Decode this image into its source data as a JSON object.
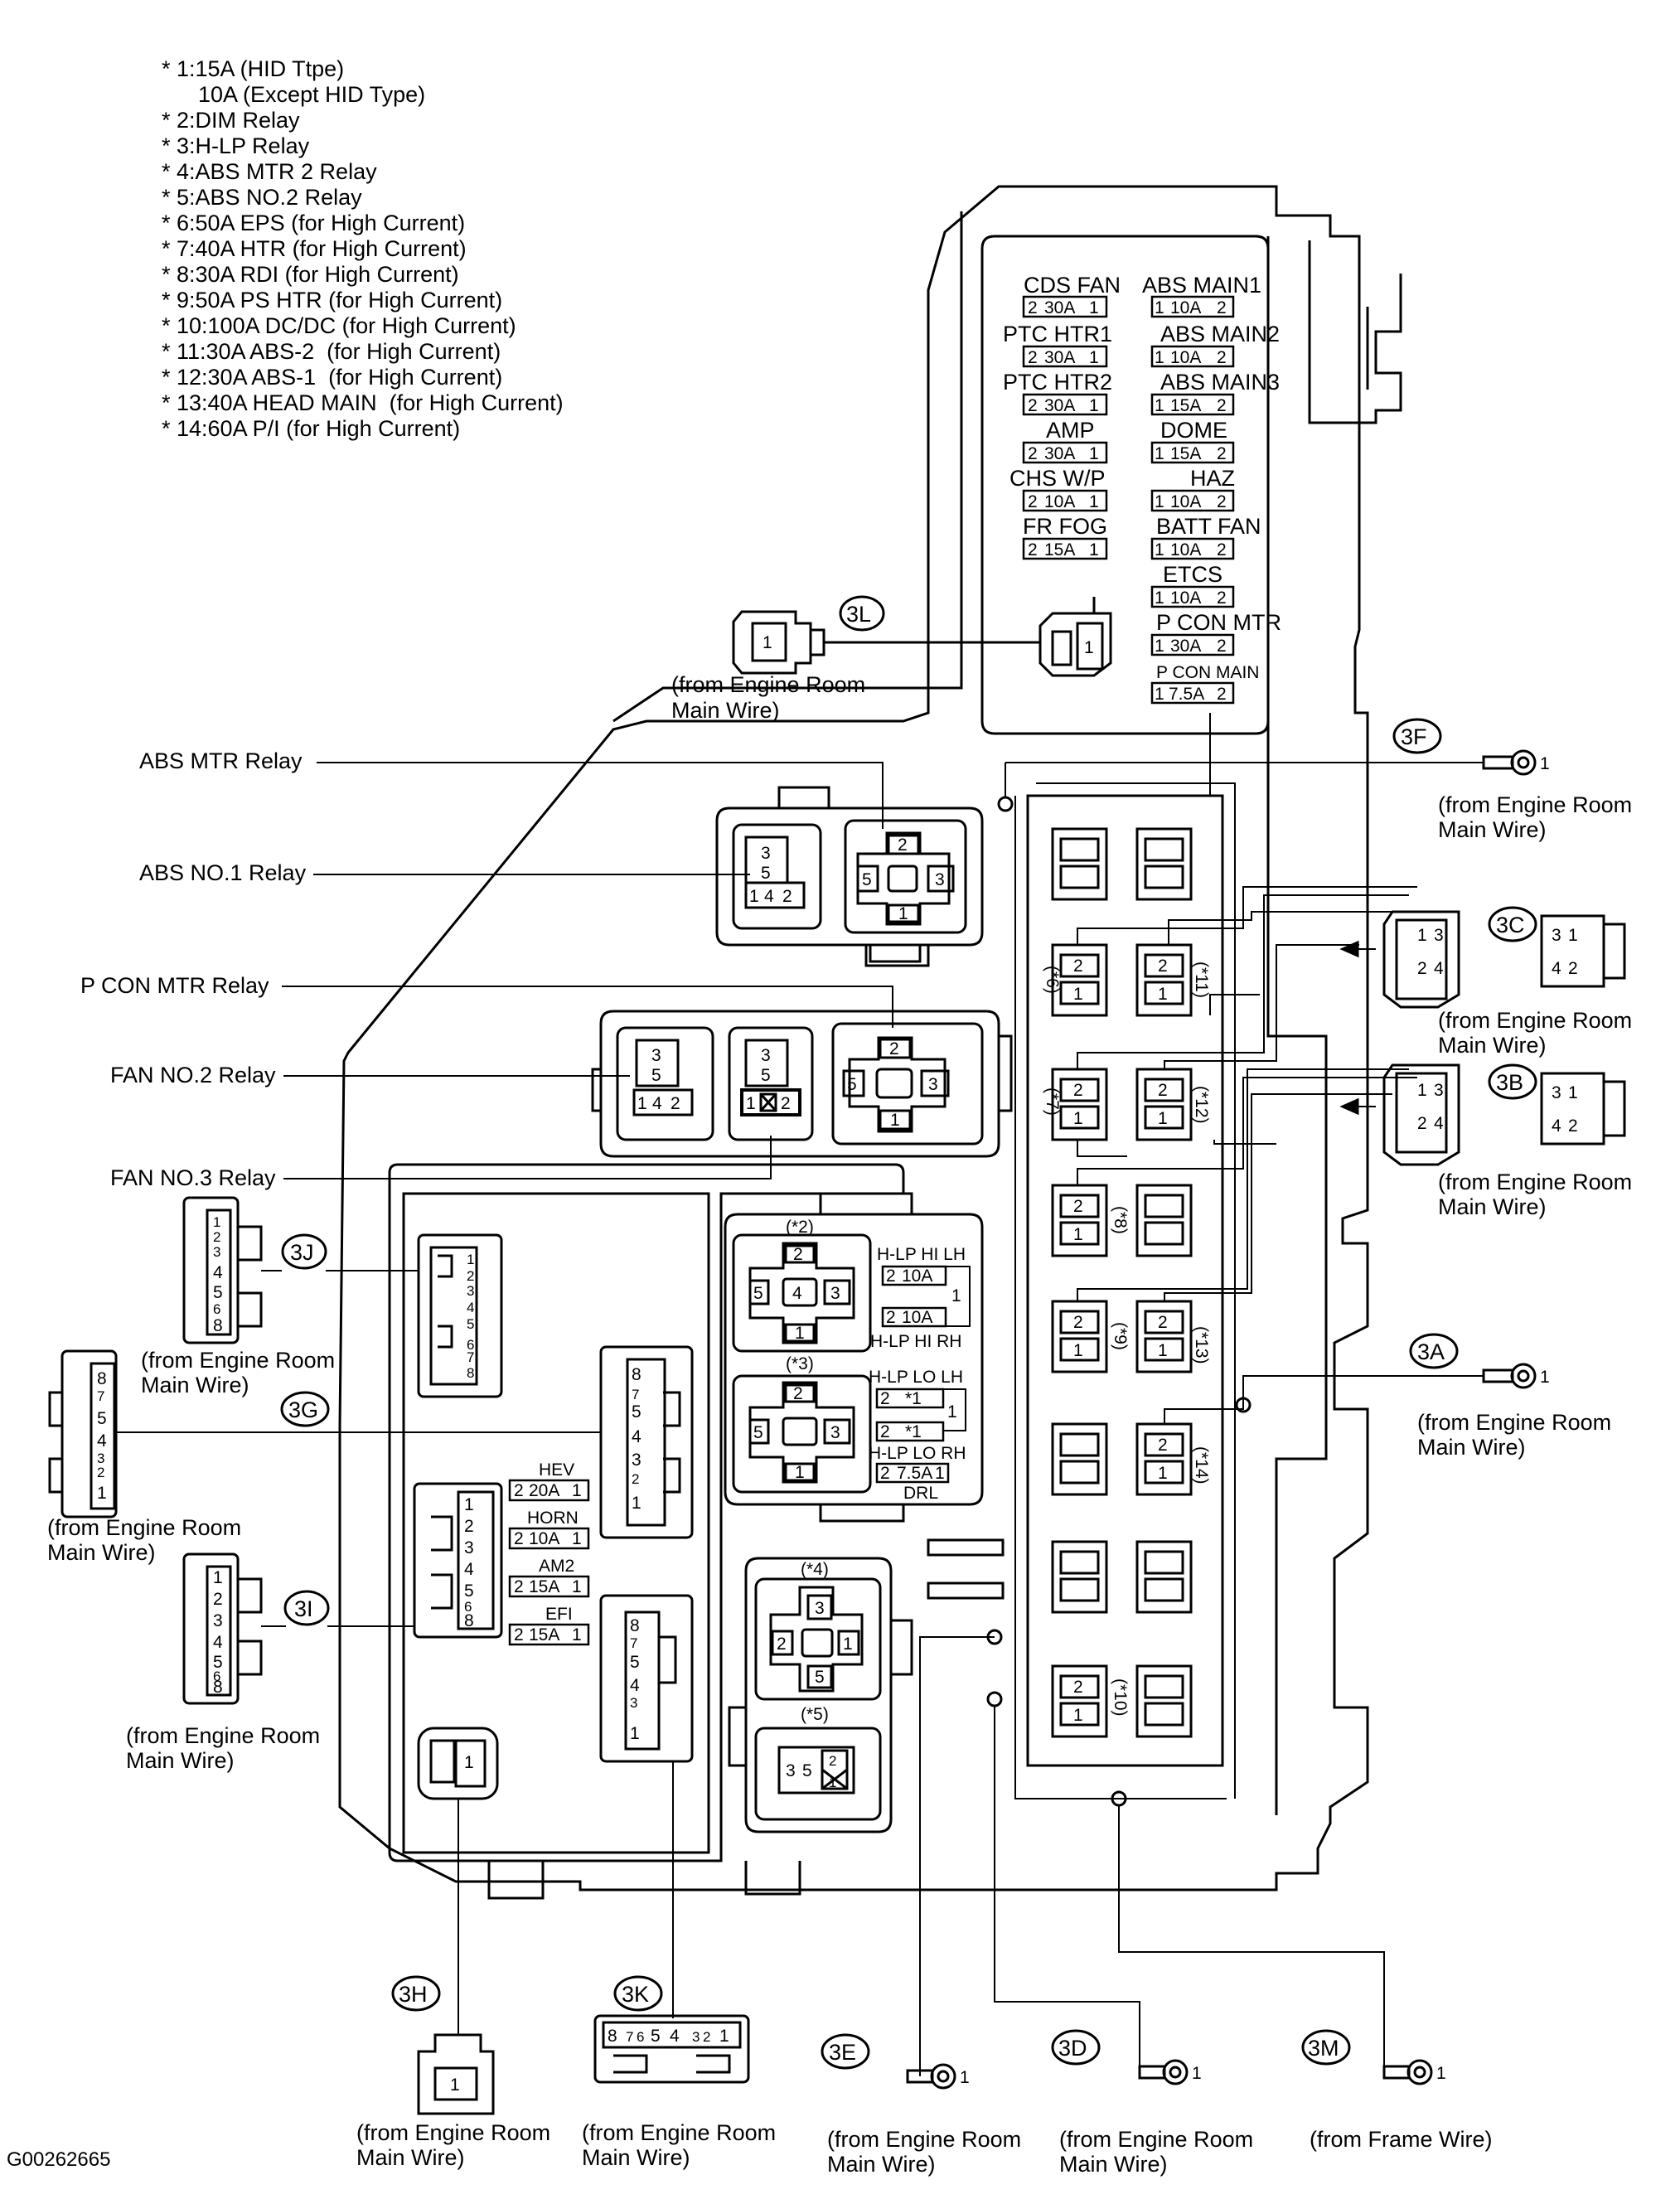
{
  "notes": [
    "* 1:15A (HID Ttpe)",
    "10A (Except HID Type)",
    "* 2:DIM Relay",
    "* 3:H-LP Relay",
    "* 4:ABS MTR 2 Relay",
    "* 5:ABS NO.2 Relay",
    "* 6:50A EPS (for High Current)",
    "* 7:40A HTR (for High Current)",
    "* 8:30A RDI (for High Current)",
    "* 9:50A PS HTR (for High Current)",
    "* 10:100A DC/DC (for High Current)",
    "* 11:30A ABS-2  (for High Current)",
    "* 12:30A ABS-1  (for High Current)",
    "* 13:40A HEAD MAIN  (for High Current)",
    "* 14:60A P/I (for High Current)"
  ],
  "relay_labels": {
    "abs_mtr": "ABS MTR Relay",
    "abs_no1": "ABS NO.1 Relay",
    "p_con_mtr": "P CON MTR Relay",
    "fan_no2": "FAN NO.2 Relay",
    "fan_no3": "FAN NO.3 Relay"
  },
  "fuses_left": [
    {
      "name": "CDS FAN",
      "rating": "30A"
    },
    {
      "name": "PTC HTR1",
      "rating": "30A"
    },
    {
      "name": "PTC HTR2",
      "rating": "30A"
    },
    {
      "name": "AMP",
      "rating": "30A"
    },
    {
      "name": "CHS W/P",
      "rating": "10A"
    },
    {
      "name": "FR FOG",
      "rating": "15A"
    }
  ],
  "fuses_right": [
    {
      "name": "ABS MAIN1",
      "rating": "10A"
    },
    {
      "name": "ABS MAIN2",
      "rating": "10A"
    },
    {
      "name": "ABS MAIN3",
      "rating": "15A"
    },
    {
      "name": "DOME",
      "rating": "15A"
    },
    {
      "name": "HAZ",
      "rating": "10A"
    },
    {
      "name": "BATT FAN",
      "rating": "10A"
    },
    {
      "name": "ETCS",
      "rating": "10A"
    },
    {
      "name": "P CON MTR",
      "rating": "30A"
    },
    {
      "name": "P CON MAIN",
      "rating": "7.5A"
    }
  ],
  "fuses_mid": [
    {
      "name": "HEV",
      "rating": "20A"
    },
    {
      "name": "HORN",
      "rating": "10A"
    },
    {
      "name": "AM2",
      "rating": "15A"
    },
    {
      "name": "EFI",
      "rating": "15A"
    }
  ],
  "hlp": {
    "hi_lh": "H-LP HI LH",
    "hi_rh": "H-LP HI RH",
    "lo_lh": "H-LP LO LH",
    "lo_rh": "H-LP LO RH",
    "drl": "DRL",
    "r10a": "10A",
    "r75a": "7.5A",
    "star1": "*1"
  },
  "stars": {
    "s2": "(*2)",
    "s3": "(*3)",
    "s4": "(*4)",
    "s5": "(*5)",
    "s6": "(*6)",
    "s7": "(*7)",
    "s8": "(*8)",
    "s9": "(*9)",
    "s10": "(*10)",
    "s11": "(*11)",
    "s12": "(*12)",
    "s13": "(*13)",
    "s14": "(*14)"
  },
  "connectors": {
    "c3L": "3L",
    "c3F": "3F",
    "c3C": "3C",
    "c3B": "3B",
    "c3A": "3A",
    "c3J": "3J",
    "c3G": "3G",
    "c3I": "3I",
    "c3H": "3H",
    "c3K": "3K",
    "c3E": "3E",
    "c3D": "3D",
    "c3M": "3M"
  },
  "sources": {
    "engine_room_1": "(from Engine Room",
    "engine_room_2": "Main Wire)",
    "frame": "(from Frame Wire)"
  },
  "pins": {
    "p1": "1",
    "p2": "2",
    "p3": "3",
    "p4": "4",
    "p5": "5",
    "p6": "6",
    "p7": "7",
    "p8": "8"
  },
  "image_id": "G00262665"
}
